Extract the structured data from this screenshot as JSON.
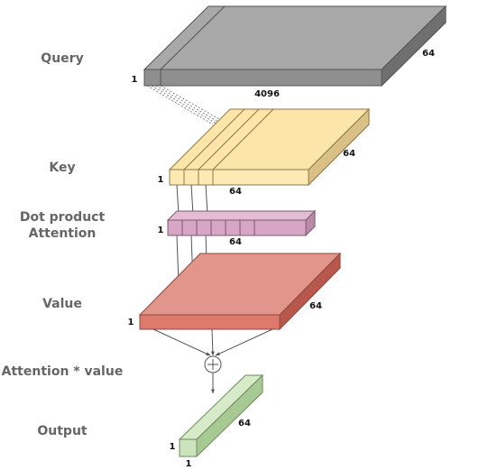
{
  "labels": {
    "query": "Query",
    "key": "Key",
    "dot_product_line1": "Dot product",
    "dot_product_line2": "Attention",
    "value": "Value",
    "attention_value": "Attention * value",
    "output": "Output"
  },
  "dims": {
    "query_height": "1",
    "query_length": "4096",
    "query_depth": "64",
    "key_height": "1",
    "key_length": "64",
    "key_depth": "64",
    "dot_height": "1",
    "dot_length": "64",
    "value_height": "1",
    "value_depth": "64",
    "output_height": "1",
    "output_width": "1",
    "output_depth": "64"
  },
  "colors": {
    "query": "#a8a8a8",
    "key": "#fbe5a9",
    "dot_product": "#d7a6c4",
    "value": "#e2958a",
    "output": "#cce3bd"
  },
  "operator_icon": "plus-circle-icon"
}
